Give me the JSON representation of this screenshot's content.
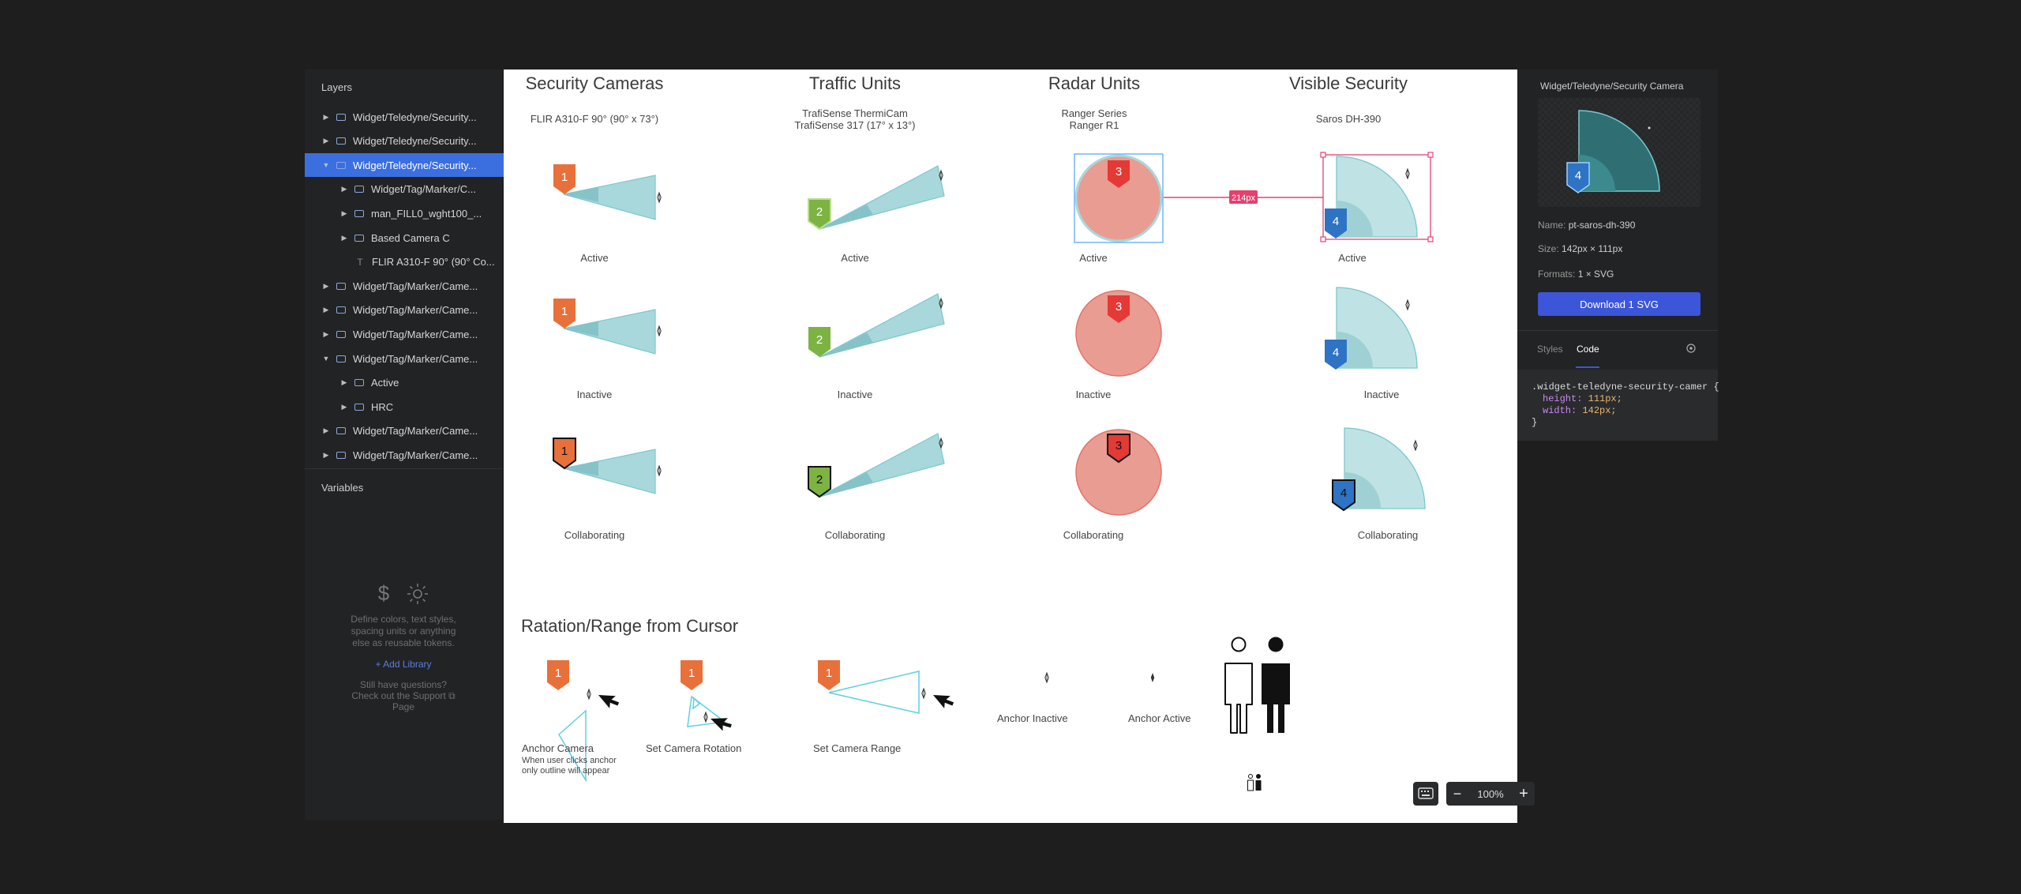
{
  "layers_panel": {
    "title": "Layers",
    "items": [
      {
        "label": "Widget/Teledyne/Security...",
        "expanded": false,
        "selected": false
      },
      {
        "label": "Widget/Teledyne/Security...",
        "expanded": false,
        "selected": false
      },
      {
        "label": "Widget/Teledyne/Security...",
        "expanded": true,
        "selected": true
      },
      {
        "label": "Widget/Tag/Marker/C...",
        "expanded": false,
        "selected": false
      },
      {
        "label": "man_FILL0_wght100_...",
        "expanded": false,
        "selected": false
      },
      {
        "label": "Based Camera C",
        "expanded": false,
        "selected": false
      },
      {
        "label": "FLIR A310-F 90° (90° Co...",
        "expanded": false,
        "selected": false
      },
      {
        "label": "Widget/Tag/Marker/Came...",
        "expanded": false,
        "selected": false
      },
      {
        "label": "Widget/Tag/Marker/Came...",
        "expanded": false,
        "selected": false
      },
      {
        "label": "Widget/Tag/Marker/Came...",
        "expanded": false,
        "selected": false
      },
      {
        "label": "Widget/Tag/Marker/Came...",
        "expanded": true,
        "selected": false
      },
      {
        "label": "Active",
        "expanded": false,
        "selected": false
      },
      {
        "label": "HRC",
        "expanded": false,
        "selected": false
      },
      {
        "label": "Widget/Tag/Marker/Came...",
        "expanded": false,
        "selected": false
      },
      {
        "label": "Widget/Tag/Marker/Came...",
        "expanded": false,
        "selected": false
      }
    ]
  },
  "variables_panel": {
    "title": "Variables",
    "description_line1": "Define colors, text styles,",
    "description_line2": "spacing units or anything",
    "description_line3": "else as reusable tokens.",
    "add_library": "+ Add Library",
    "help_line1": "Still have questions?",
    "help_line2": "Check out the Support",
    "help_line3": "Page"
  },
  "canvas": {
    "columns": [
      {
        "title": "Security Cameras",
        "subtitle1": "FLIR A310-F 90° (90° x 73°)",
        "subtitle2": ""
      },
      {
        "title": "Traffic Units",
        "subtitle1": "TrafiSense ThermiCam",
        "subtitle2": "TrafiSense 317 (17° x 13°)"
      },
      {
        "title": "Radar Units",
        "subtitle1": "Ranger Series",
        "subtitle2": "Ranger R1"
      },
      {
        "title": "Visible Security",
        "subtitle1": "Saros DH-390",
        "subtitle2": ""
      }
    ],
    "states": {
      "active": "Active",
      "inactive": "Inactive",
      "collaborating": "Collaborating"
    },
    "markers": {
      "flir": "1",
      "traffic": "2",
      "radar": "3",
      "saros": "4"
    },
    "measure_label": "214px",
    "section2": {
      "title": "Ratation/Range from Cursor",
      "anchor_camera": "Anchor Camera",
      "anchor_desc1": "When user clicks anchor",
      "anchor_desc2": "only outline will appear",
      "set_rotation": "Set Camera Rotation",
      "set_range": "Set Camera Range",
      "anchor_inactive": "Anchor Inactive",
      "anchor_active": "Anchor Active"
    },
    "colors": {
      "flir_marker": "#e8703a",
      "traffic_marker": "#7cb342",
      "radar_marker": "#e53935",
      "saros_marker": "#2e73c4",
      "fov_fill": "#a8d8dc",
      "radar_fill": "#e99c92"
    }
  },
  "inspector": {
    "title": "Widget/Teledyne/Security Camera",
    "name_label": "Name:",
    "name_value": "pt-saros-dh-390",
    "size_label": "Size:",
    "size_value": "142px × 111px",
    "formats_label": "Formats:",
    "formats_value": "1 × SVG",
    "download_button": "Download 1 SVG",
    "tabs": [
      "Styles",
      "Code"
    ],
    "active_tab": "Code",
    "code_line1": ".widget-teledyne-security-camer {",
    "code_prop1": "height:",
    "code_val1": "111px;",
    "code_prop2": "width:",
    "code_val2": "142px;",
    "code_close": "}"
  },
  "zoom": {
    "value": "100%",
    "minus": "−",
    "plus": "+"
  }
}
